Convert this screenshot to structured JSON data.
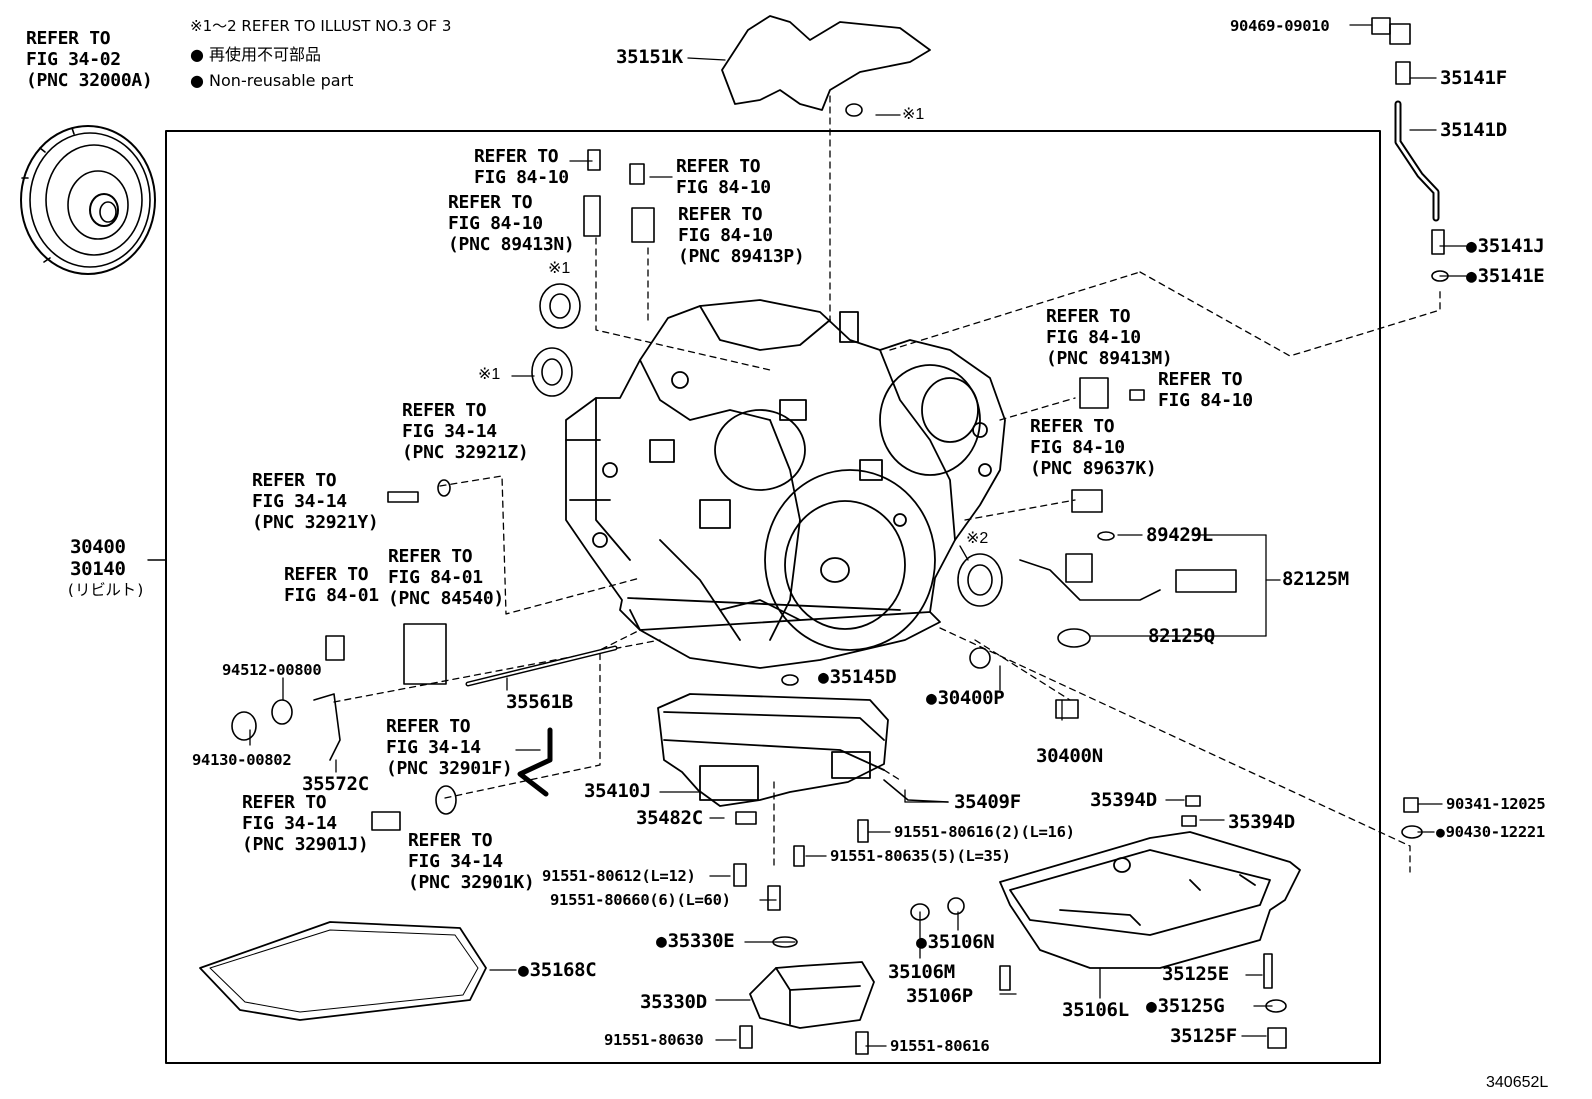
{
  "legend": {
    "note1": "※1～2 REFER TO ILLUST NO.3 OF 3",
    "note2": "● 再使用不可部品",
    "note3": "● Non-reusable part"
  },
  "refs": {
    "torque_converter": "REFER TO\nFIG 34-02\n(PNC 32000A)",
    "sensor_top_bolt": "REFER TO\nFIG 84-10",
    "sensor_n": "REFER TO\nFIG 84-10\n(PNC 89413N)",
    "bolt_right_top": "REFER TO\nFIG 84-10",
    "sensor_p": "REFER TO\nFIG 84-10\n(PNC 89413P)",
    "sensor_m": "REFER TO\nFIG 84-10\n(PNC 89413M)",
    "bolt_m": "REFER TO\nFIG 84-10",
    "sensor_k": "REFER TO\nFIG 84-10\n(PNC 89637K)",
    "oring_32921z": "REFER TO\nFIG 34-14\n(PNC 32921Z)",
    "plug_32921y": "REFER TO\nFIG 34-14\n(PNC 32921Y)",
    "switch_84540": "REFER TO\nFIG 84-01\n(PNC 84540)",
    "bolt_84_01": "REFER TO\nFIG 84-01",
    "pipe_32901f": "REFER TO\nFIG 34-14\n(PNC 32901F)",
    "plug_32901j": "REFER TO\nFIG 34-14\n(PNC 32901J)",
    "seal_32901k": "REFER TO\nFIG 34-14\n(PNC 32901K)"
  },
  "parts": {
    "p35151K": "35151K",
    "p90469": "90469-09010",
    "p35141F": "35141F",
    "p35141D": "35141D",
    "p35141J": "35141J",
    "p35141E": "35141E",
    "p30400": "30400",
    "p30140": "30140",
    "p_rebuilt": "(リビルト)",
    "p89429L": "89429L",
    "p82125M": "82125M",
    "p82125Q": "82125Q",
    "p35145D": "35145D",
    "p30400P": "30400P",
    "p30400N": "30400N",
    "p35561B": "35561B",
    "p94512": "94512-00800",
    "p94130": "94130-00802",
    "p35572C": "35572C",
    "p35410J": "35410J",
    "p35409F": "35409F",
    "p35482C": "35482C",
    "p35394D_a": "35394D",
    "p35394D_b": "35394D",
    "p90341": "90341-12025",
    "p90430": "90430-12221",
    "p91551_80616_2": "91551-80616(2)(L=16)",
    "p91551_80612": "91551-80612(L=12)",
    "p91551_80635": "91551-80635(5)(L=35)",
    "p91551_80660": "91551-80660(6)(L=60)",
    "p35330E": "35330E",
    "p35106N": "35106N",
    "p35106M": "35106M",
    "p35168C": "35168C",
    "p35125E": "35125E",
    "p35330D": "35330D",
    "p35106P": "35106P",
    "p35106L": "35106L",
    "p35125G": "35125G",
    "p35125F": "35125F",
    "p91551_80630": "91551-80630",
    "p91551_80616": "91551-80616",
    "mark1a": "※1",
    "mark1b": "※1",
    "mark1c": "※1",
    "mark2": "※2"
  },
  "illustration_id": "340652L"
}
